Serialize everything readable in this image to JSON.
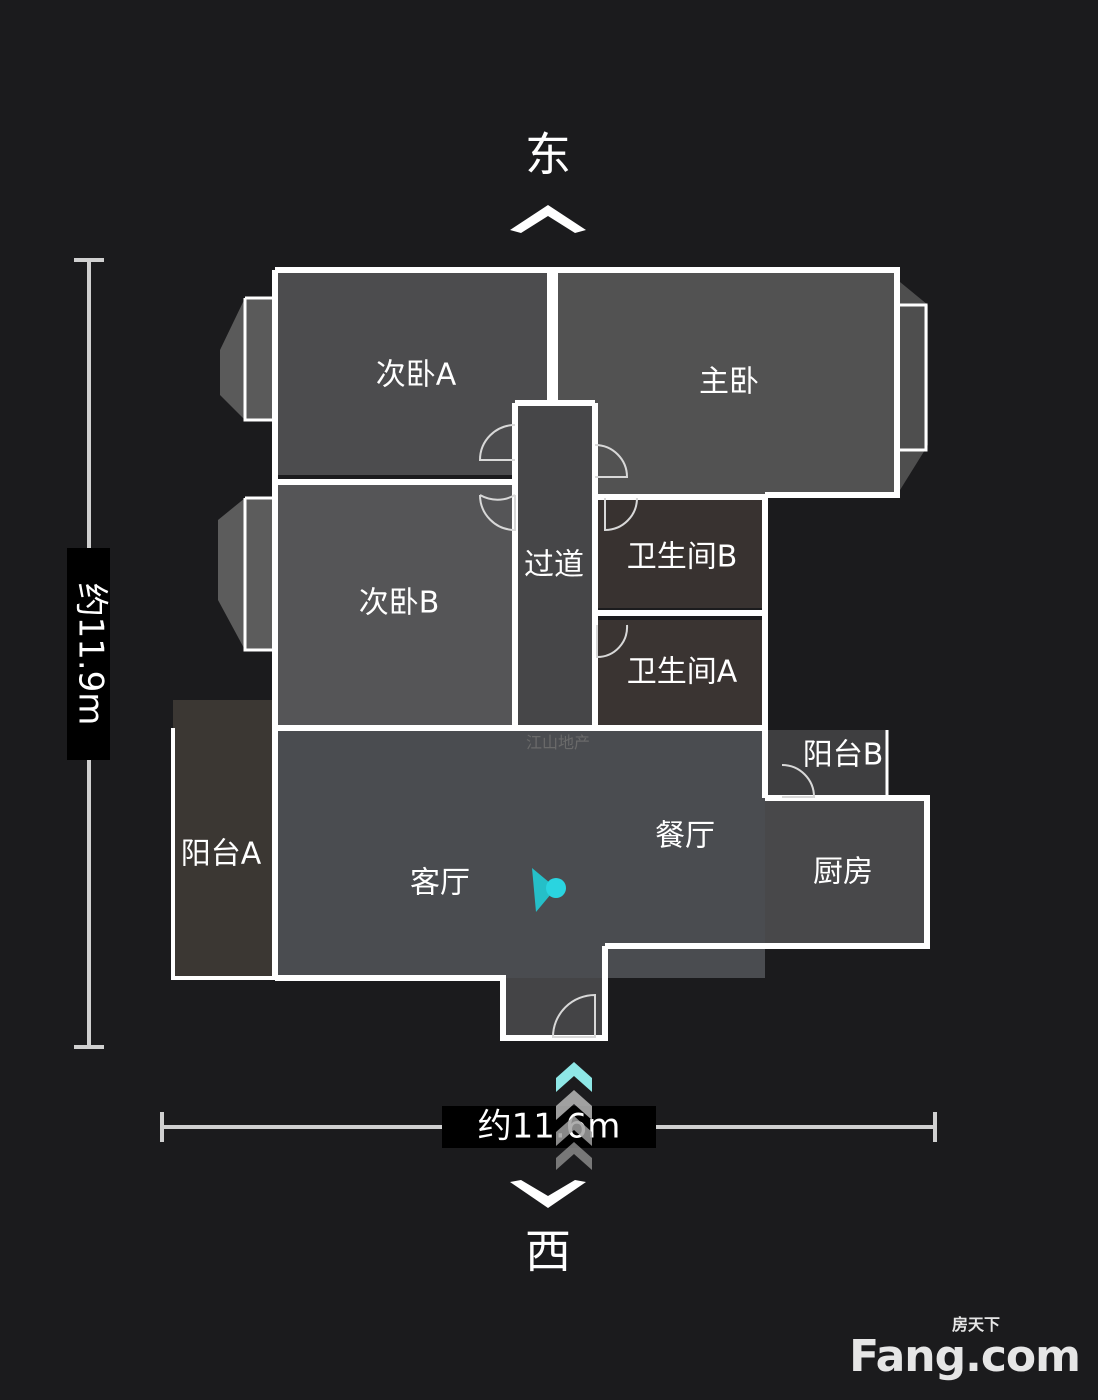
{
  "compass": {
    "top": "东",
    "bottom": "西"
  },
  "dimensions": {
    "height": "约11.9m",
    "width": "约11.6m"
  },
  "rooms": [
    {
      "id": "bedroom-second-a",
      "label": "次卧A"
    },
    {
      "id": "master-bedroom",
      "label": "主卧"
    },
    {
      "id": "bedroom-second-b",
      "label": "次卧B"
    },
    {
      "id": "corridor",
      "label": "过道"
    },
    {
      "id": "bathroom-b",
      "label": "卫生间B"
    },
    {
      "id": "bathroom-a",
      "label": "卫生间A"
    },
    {
      "id": "balcony-b",
      "label": "阳台B"
    },
    {
      "id": "balcony-a",
      "label": "阳台A"
    },
    {
      "id": "living-room",
      "label": "客厅"
    },
    {
      "id": "dining-room",
      "label": "餐厅"
    },
    {
      "id": "kitchen",
      "label": "厨房"
    }
  ],
  "watermark": {
    "brand": "Fang.com",
    "tagline": "房天下",
    "faint": "江山地产"
  },
  "colors": {
    "background": "#1b1b1d",
    "walls": "#ffffff",
    "marker": "#2ad4e0"
  }
}
